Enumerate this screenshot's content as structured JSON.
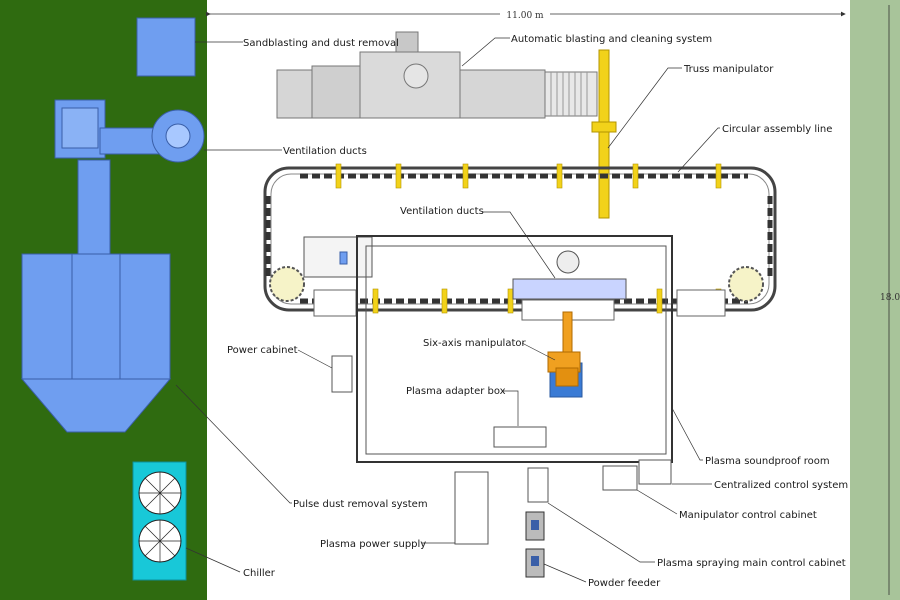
{
  "colors": {
    "ground_green": "#2f6b10",
    "right_strip": "#a8c49a",
    "equipment_blue": "#6f9ef0",
    "chiller_cyan": "#18c8d8",
    "truss_yellow": "#f2d21a",
    "robot_orange": "#f0a020",
    "machine_gray": "#d6d6d6"
  },
  "dimensions": {
    "width": "11.00 m",
    "height": "18.0"
  },
  "labels": {
    "sandblasting": "Sandblasting and dust removal",
    "blasting_system": "Automatic blasting and cleaning system",
    "truss": "Truss manipulator",
    "assembly_line": "Circular assembly line",
    "vent_top": "Ventilation ducts",
    "vent_mid": "Ventilation ducts",
    "power_cabinet": "Power cabinet",
    "six_axis": "Six-axis manipulator",
    "adapter_box": "Plasma adapter box",
    "soundproof": "Plasma soundproof room",
    "central_control": "Centralized control system",
    "manip_cabinet": "Manipulator control cabinet",
    "pulse_dust": "Pulse dust removal system",
    "power_supply": "Plasma power supply",
    "main_cabinet": "Plasma spraying main control cabinet",
    "chiller": "Chiller",
    "powder_feeder": "Powder feeder"
  }
}
